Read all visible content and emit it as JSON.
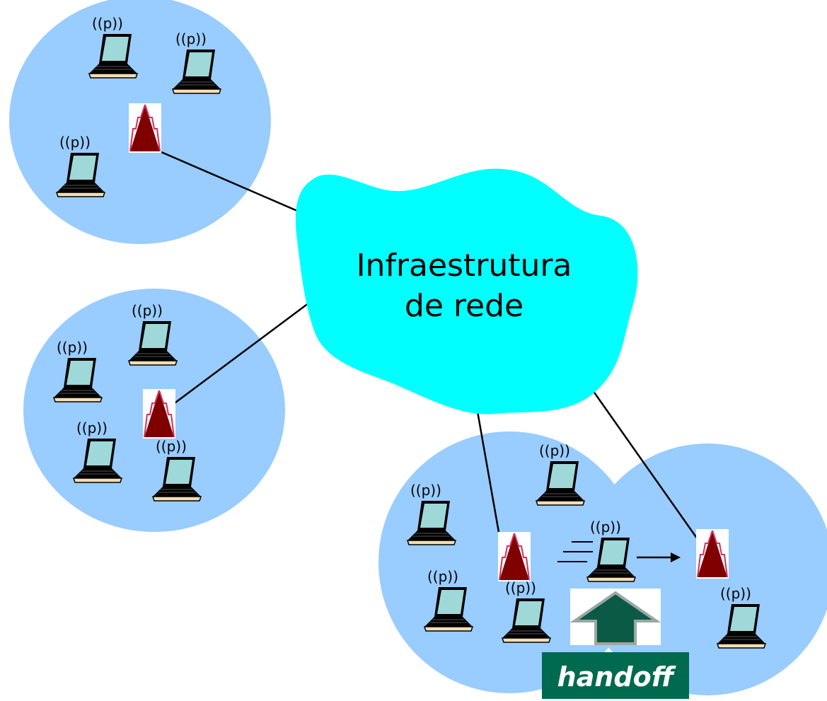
{
  "cloud": {
    "line1": "Infraestrutura",
    "line2": "de rede"
  },
  "handoff": {
    "label": "handoff"
  },
  "colors": {
    "cell": "#99ccff",
    "cloud": "#00ffff",
    "base_station": "#800000",
    "handoff_box": "#006a4e",
    "arrow_fill": "#0b5a45"
  },
  "icons": {
    "laptop": "laptop-icon",
    "base_station": "base-station-icon",
    "wireless": "wireless-signal-icon",
    "arrow": "up-arrow-icon"
  }
}
